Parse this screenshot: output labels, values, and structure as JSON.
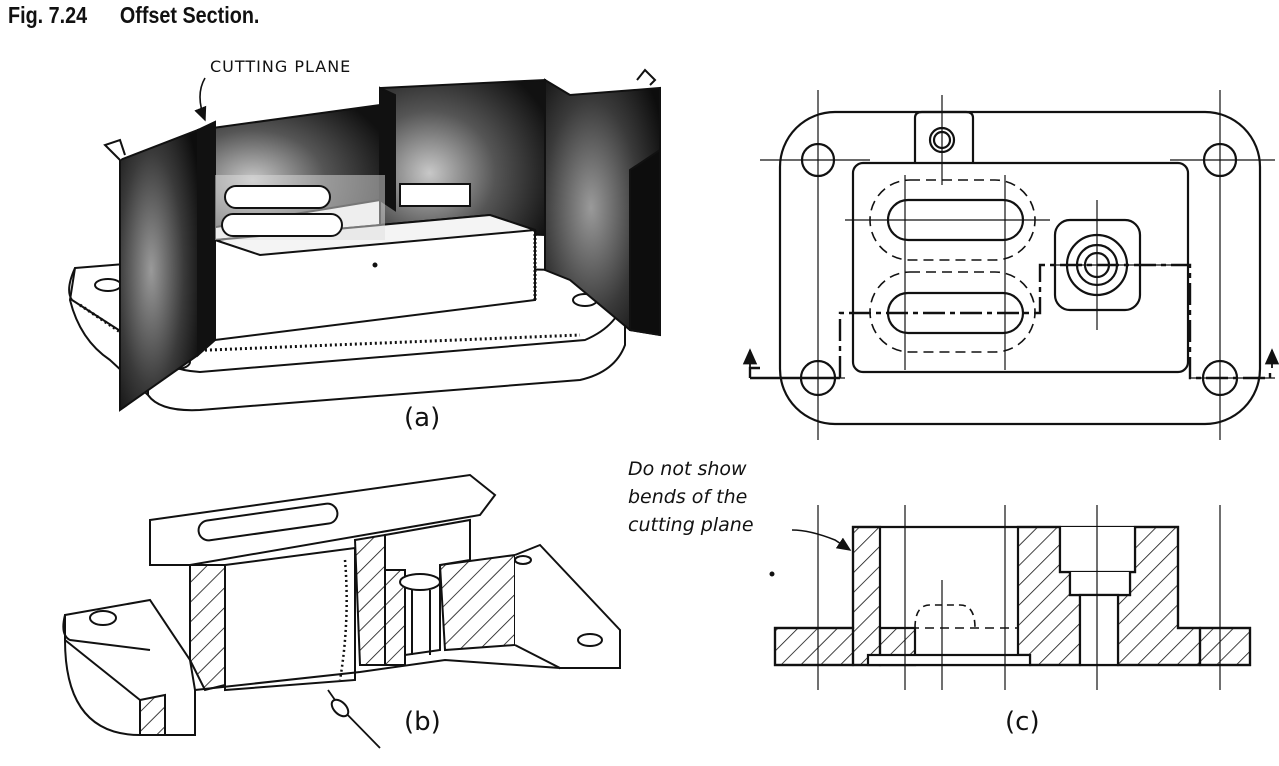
{
  "figure": {
    "number": "Fig. 7.24",
    "title": "Offset Section."
  },
  "view_a": {
    "label": "(a)",
    "callout": "CUTTING PLANE"
  },
  "view_b": {
    "label": "(b)"
  },
  "view_c": {
    "label": "(c)",
    "note_line1": "Do not show",
    "note_line2": "bends of the",
    "note_line3": "cutting plane"
  }
}
